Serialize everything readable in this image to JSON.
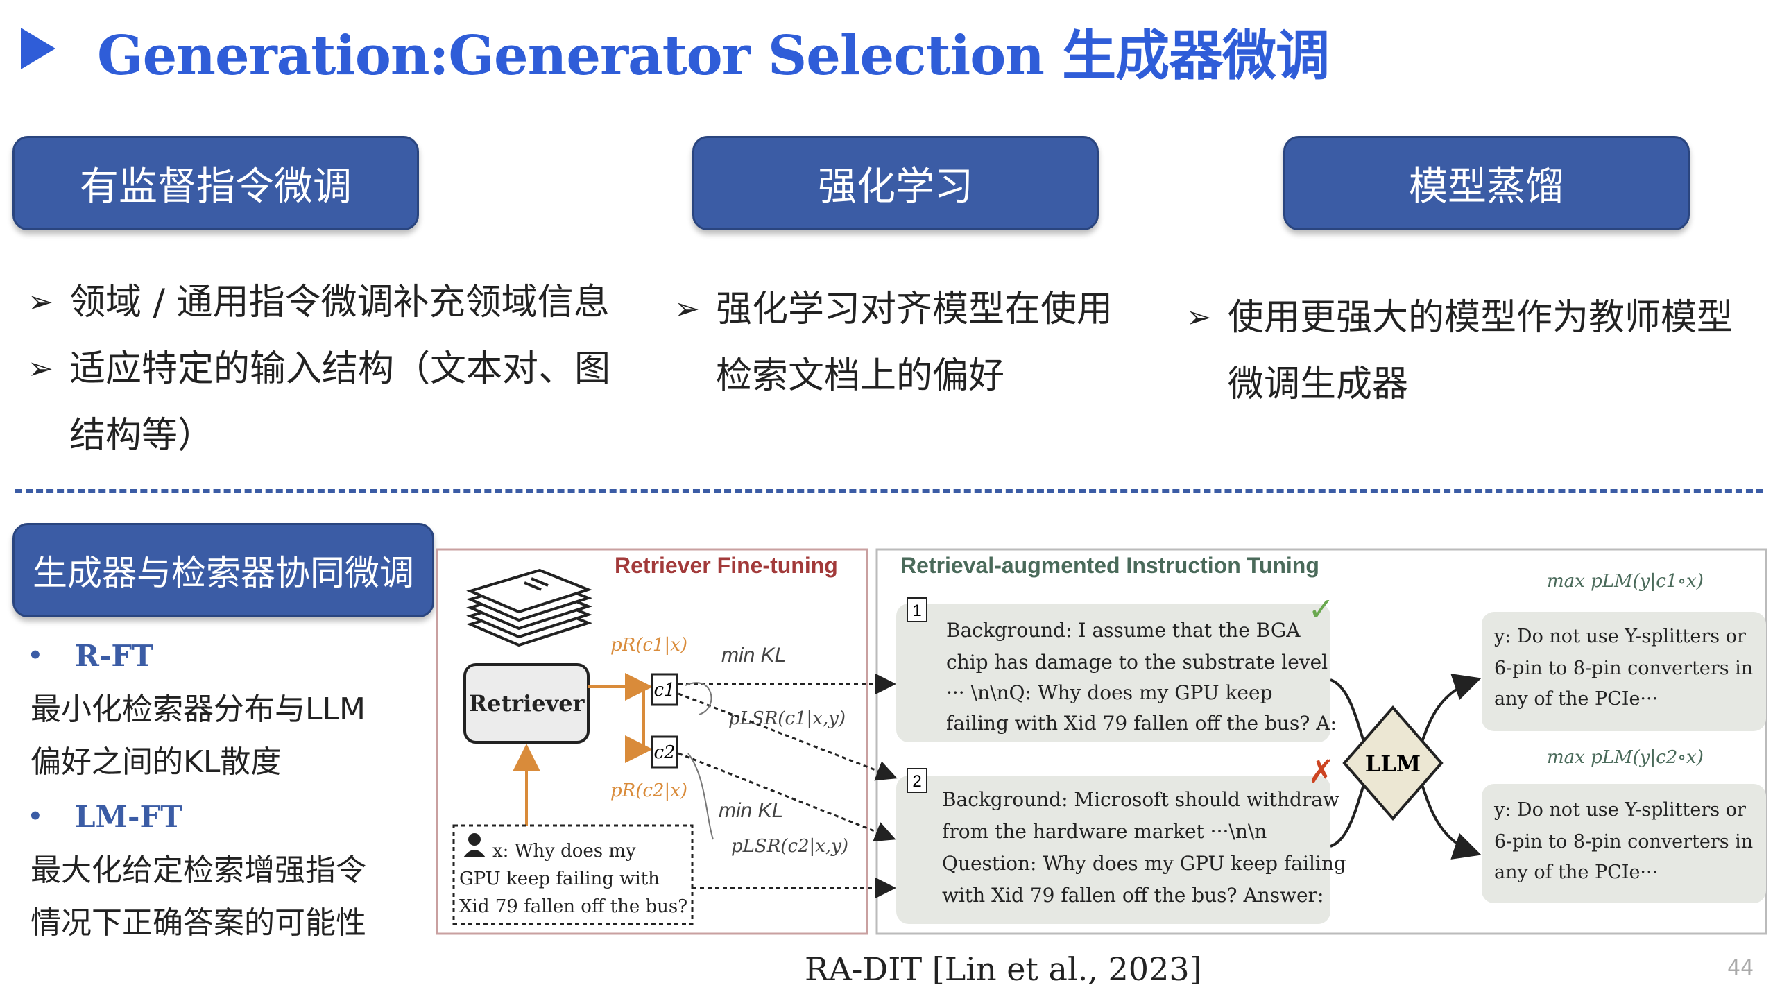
{
  "title": "Generation:Generator Selection 生成器微调",
  "categories": [
    {
      "label": "有监督指令微调"
    },
    {
      "label": "强化学习"
    },
    {
      "label": "模型蒸馏"
    }
  ],
  "col1": [
    "领域 / 通用指令微调补充领域信息",
    "适应特定的输入结构（文本对、图",
    "结构等）"
  ],
  "col2": [
    "强化学习对齐模型在使用",
    "检索文档上的偏好"
  ],
  "col3": [
    "使用更强大的模型作为教师模型",
    "微调生成器"
  ],
  "section_label": "生成器与检索器协同微调",
  "side": {
    "rft_head": "R-FT",
    "rft_text": [
      "最小化检索器分布与LLM",
      "偏好之间的KL散度"
    ],
    "lmft_head": "LM-FT",
    "lmft_text": [
      "最大化给定检索增强指令",
      "情况下正确答案的可能性"
    ]
  },
  "figure": {
    "retriever_title": "Retriever Fine-tuning",
    "rait_title": "Retrieval-augmented Instruction Tuning",
    "retriever_label": "Retriever",
    "c1": "c1",
    "c2": "c2",
    "pr_c1": "pR(c1|x)",
    "pr_c2": "pR(c2|x)",
    "min_kl_1": "min KL",
    "min_kl_2": "min KL",
    "plsr_c1": "pLSR(c1|x,y)",
    "plsr_c2": "pLSR(c2|x,y)",
    "query_lines": [
      "x: Why does my",
      "GPU keep failing with",
      "Xid 79 fallen off the bus?"
    ],
    "ex1_num": "1",
    "ex1_lines": [
      "Background: I assume that the BGA",
      "chip has damage to the substrate level",
      "··· \\n\\nQ: Why does my GPU keep",
      "failing with Xid 79 fallen off the bus? A:"
    ],
    "ex2_num": "2",
    "ex2_lines": [
      "Background: Microsoft should withdraw",
      "from the hardware market ···\\n\\n",
      "Question: Why does my GPU keep failing",
      "with Xid 79 fallen off the bus? Answer:"
    ],
    "llm_label": "LLM",
    "max1": "max pLM(y|c1∘x)",
    "max2": "max pLM(y|c2∘x)",
    "ans1_lines": [
      "y: Do not use Y-splitters or",
      "6-pin to 8-pin converters in",
      "any of the PCIe···"
    ],
    "ans2_lines": [
      "y: Do not use Y-splitters or",
      "6-pin to 8-pin converters in",
      "any of the PCIe···"
    ],
    "check_mark": "✓",
    "cross_mark": "✗"
  },
  "caption": "RA-DIT [Lin et al., 2023]",
  "page_number": "44",
  "colors": {
    "accent": "#2f5dd8",
    "button": "#3b5ca5",
    "retriever_title": "#a23a3a",
    "orange": "#d98b3a",
    "green_check": "#6aa84f",
    "red_cross": "#cc4422"
  }
}
